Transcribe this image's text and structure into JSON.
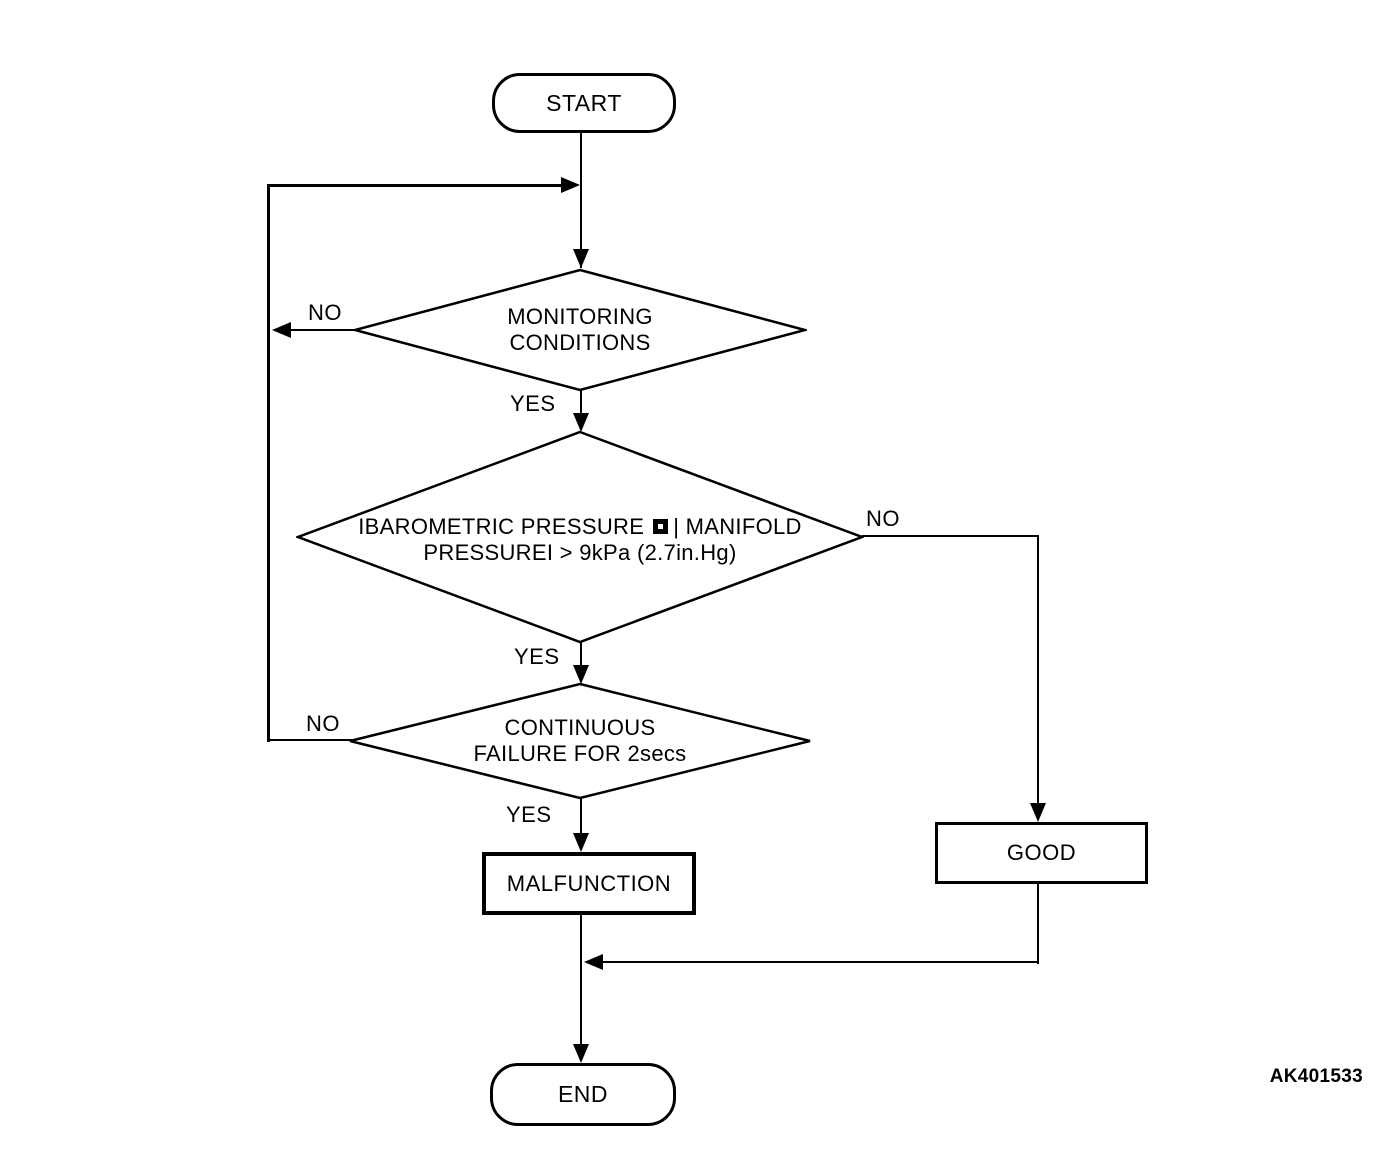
{
  "diagram": {
    "code_label": "AK401533",
    "colors": {
      "background": "#ffffff",
      "line": "#000000",
      "text": "#000000"
    },
    "icons": {
      "pressure_operator": "inverse-square-bullet-icon"
    },
    "nodes": {
      "start": {
        "type": "terminator",
        "label": "START"
      },
      "monitoring": {
        "type": "decision",
        "line1": "MONITORING",
        "line2": "CONDITIONS"
      },
      "pressure": {
        "type": "decision",
        "line1_before_icon": "IBAROMETRIC PRESSURE",
        "line1_after_icon": "| MANIFOLD",
        "line2": "PRESSUREI > 9kPa (2.7in.Hg)"
      },
      "continuous": {
        "type": "decision",
        "line1": "CONTINUOUS",
        "line2": "FAILURE FOR 2secs"
      },
      "malfunction": {
        "type": "process",
        "label": "MALFUNCTION"
      },
      "good": {
        "type": "process",
        "label": "GOOD"
      },
      "end": {
        "type": "terminator",
        "label": "END"
      }
    },
    "branch_labels": {
      "monitoring_no": "NO",
      "monitoring_yes": "YES",
      "pressure_no": "NO",
      "pressure_yes": "YES",
      "continuous_no": "NO",
      "continuous_yes": "YES"
    }
  }
}
